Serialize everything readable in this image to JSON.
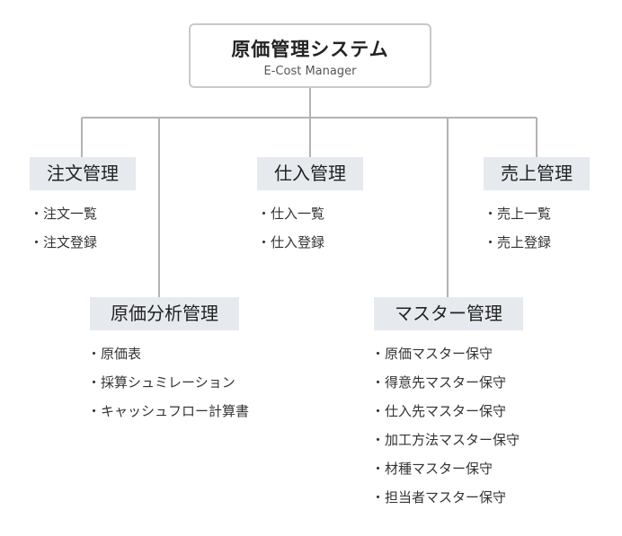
{
  "root": {
    "title": "原価管理システム",
    "subtitle": "E-Cost Manager"
  },
  "colors": {
    "line": "#b3b3b3",
    "node_bg": "#e6eaee",
    "root_border": "#c9c9c9"
  },
  "branches": {
    "order": {
      "title": "注文管理",
      "items": [
        "・注文一覧",
        "・注文登録"
      ]
    },
    "cost_analysis": {
      "title": "原価分析管理",
      "items": [
        "・原価表",
        "・採算シュミレーション",
        "・キャッシュフロー計算書"
      ]
    },
    "purchase": {
      "title": "仕入管理",
      "items": [
        "・仕入一覧",
        "・仕入登録"
      ]
    },
    "master": {
      "title": "マスター管理",
      "items": [
        "・原価マスター保守",
        "・得意先マスター保守",
        "・仕入先マスター保守",
        "・加工方法マスター保守",
        "・材種マスター保守",
        "・担当者マスター保守"
      ]
    },
    "sales": {
      "title": "売上管理",
      "items": [
        "・売上一覧",
        "・売上登録"
      ]
    }
  }
}
